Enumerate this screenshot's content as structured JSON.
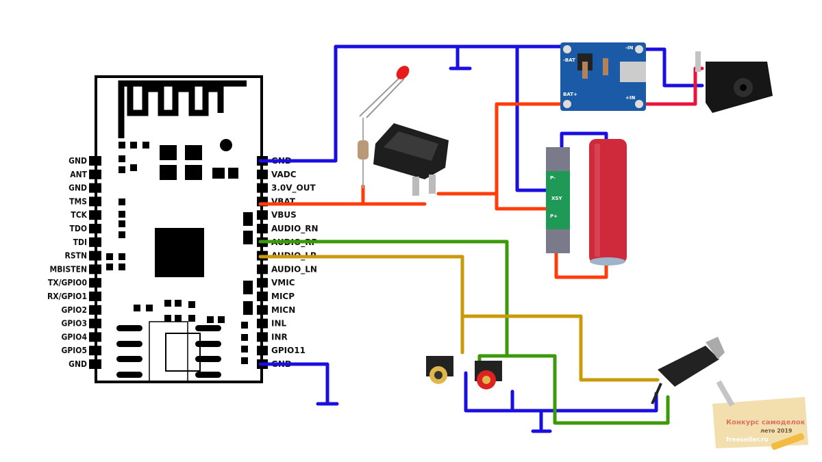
{
  "module": {
    "left_pins": [
      "GND",
      "ANT",
      "GND",
      "TMS",
      "TCK",
      "TDO",
      "TDI",
      "RSTN",
      "MBISTEN",
      "TX/GPIO0",
      "RX/GPIO1",
      "GPIO2",
      "GPIO3",
      "GPIO4",
      "GPIO5",
      "GND"
    ],
    "right_pins": [
      "GND",
      "VADC",
      "3.0V_OUT",
      "VBAT",
      "VBUS",
      "AUDIO_RN",
      "AUDIO_RP",
      "AUDIO_LP",
      "AUDIO_LN",
      "VMIC",
      "MICP",
      "MICN",
      "INL",
      "INR",
      "GPIO11",
      "GND"
    ]
  },
  "charger": {
    "minus_bat": "-BAT",
    "plus_bat": "BAT+",
    "minus_in": "-IN",
    "plus_in": "+IN"
  },
  "bms": {
    "p_minus": "P-",
    "brand": "XSY",
    "p_plus": "P+"
  },
  "logo": {
    "line1": "Конкурс самоделок",
    "line2": "лето 2019",
    "line3": "freeseller.ru"
  },
  "colors": {
    "ground": "#1a0fe0",
    "power": "#ff3d0a",
    "right_audio": "#3a9a0a",
    "left_audio": "#c99a0a",
    "charger_in": "#e8143c"
  }
}
